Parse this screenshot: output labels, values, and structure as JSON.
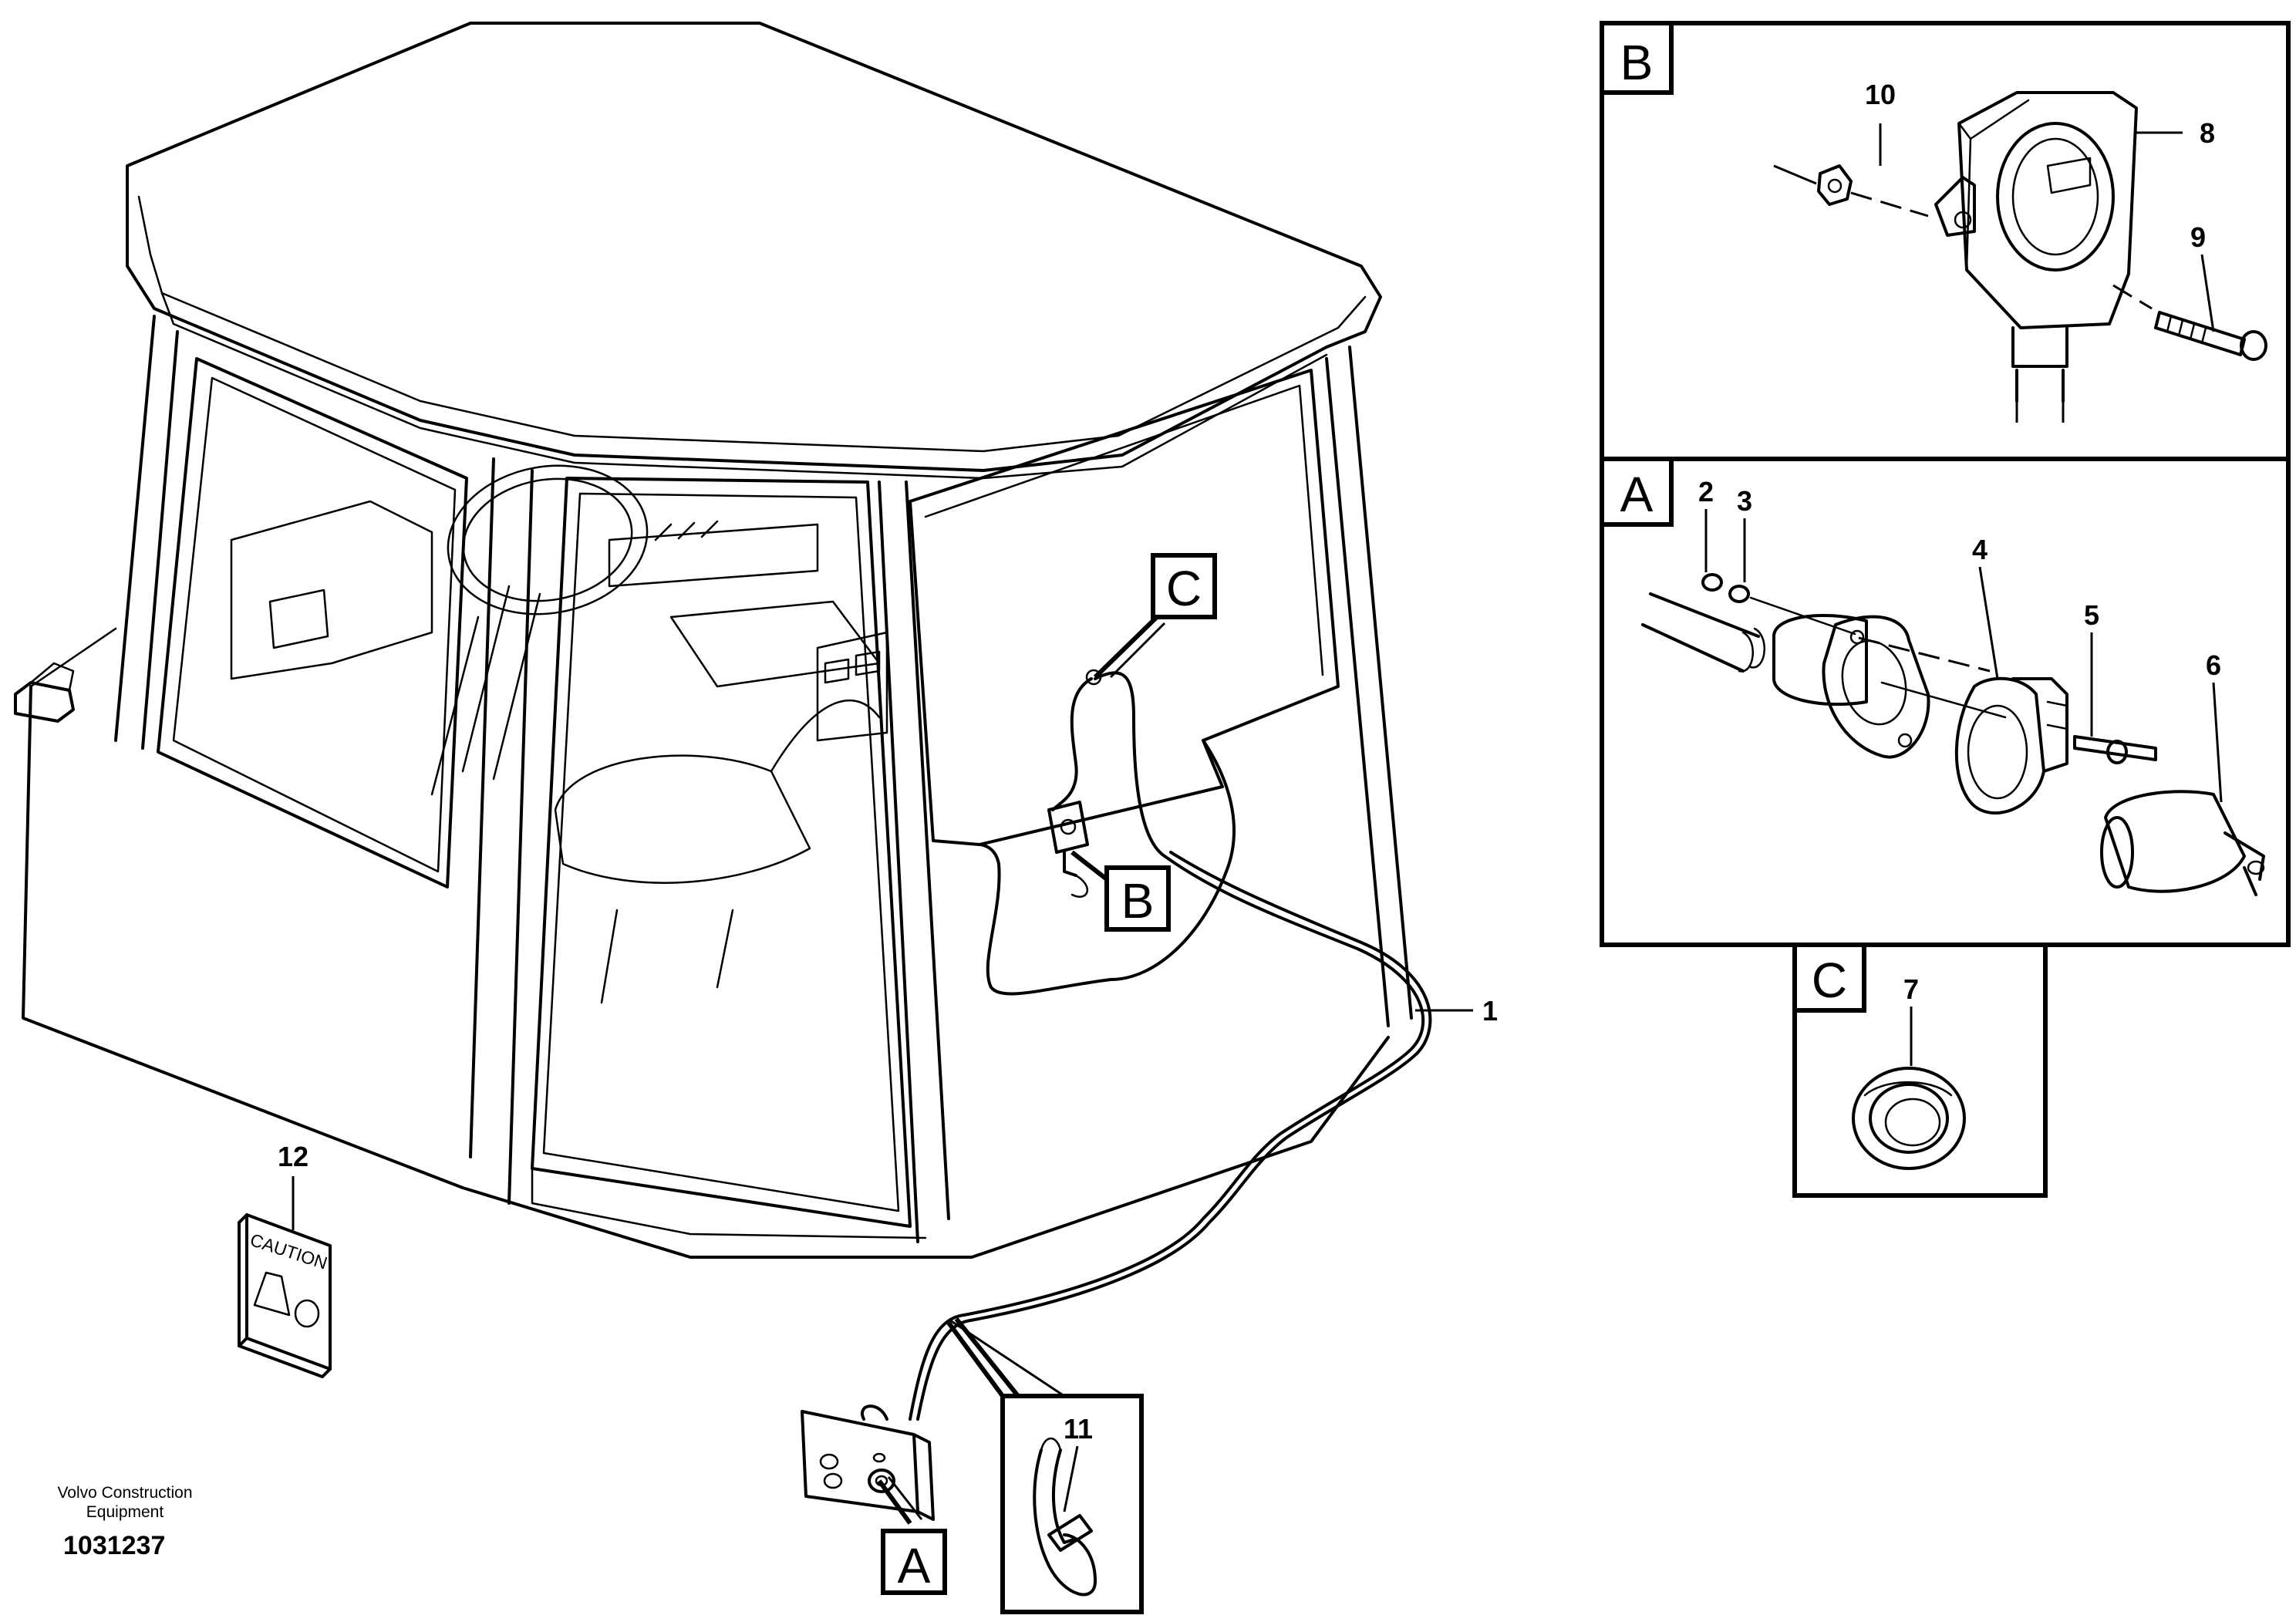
{
  "callouts": {
    "c1": "1",
    "c2": "2",
    "c3": "3",
    "c4": "4",
    "c5": "5",
    "c6": "6",
    "c7": "7",
    "c8": "8",
    "c9": "9",
    "c10": "10",
    "c11": "11",
    "c12": "12"
  },
  "views": {
    "a": "A",
    "b": "B",
    "c": "C"
  },
  "decal_text": "CAUTION",
  "footer": {
    "company_line1": "Volvo Construction",
    "company_line2": "Equipment",
    "doc_number": "1031237"
  }
}
